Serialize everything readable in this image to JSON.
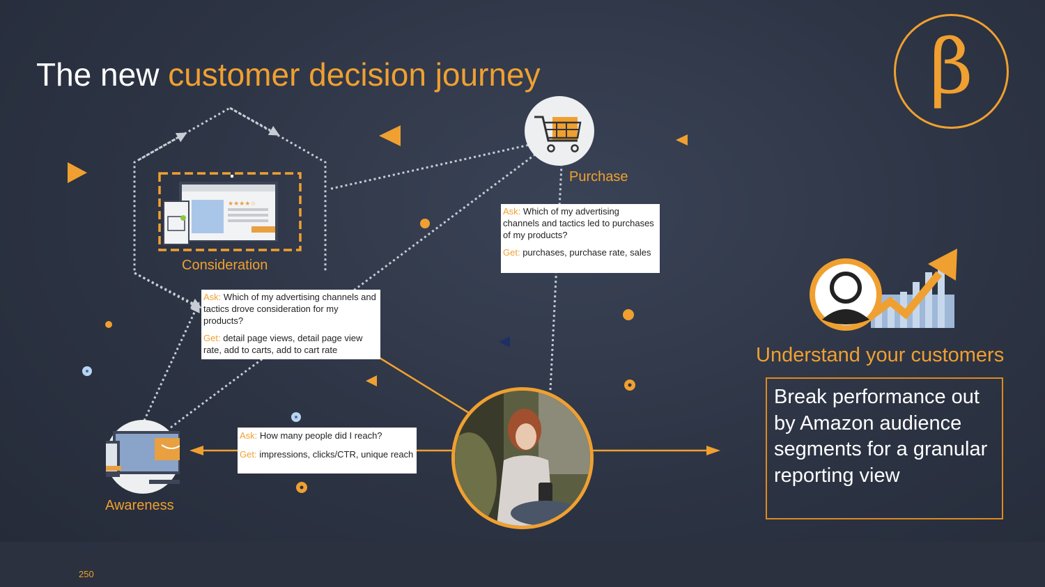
{
  "title": {
    "prefix": "The new ",
    "accent": "customer decision journey"
  },
  "stages": {
    "consideration": "Consideration",
    "purchase": "Purchase",
    "awareness": "Awareness"
  },
  "ask_label": "Ask:",
  "get_label": "Get:",
  "boxes": {
    "consideration": {
      "ask": "Which of my advertising channels and tactics drove consideration for my products?",
      "get": "detail page views, detail page view rate, add to carts, add to cart rate"
    },
    "purchase": {
      "ask": "Which of my advertising channels and tactics led to purchases of my products?",
      "get": "purchases, purchase rate, sales"
    },
    "awareness": {
      "ask": "How many people did I reach?",
      "get": "impressions, clicks/CTR, unique reach"
    }
  },
  "logo_symbol": "β",
  "product_stars": "★★★★☆",
  "right_panel": {
    "heading": "Understand your customers",
    "body": "Break performance out by Amazon audience segments for a granular reporting view"
  },
  "page_number": "250",
  "colors": {
    "accent": "#f0a030",
    "background": "#2c3343",
    "navy_triangle": "#1e2f66"
  }
}
